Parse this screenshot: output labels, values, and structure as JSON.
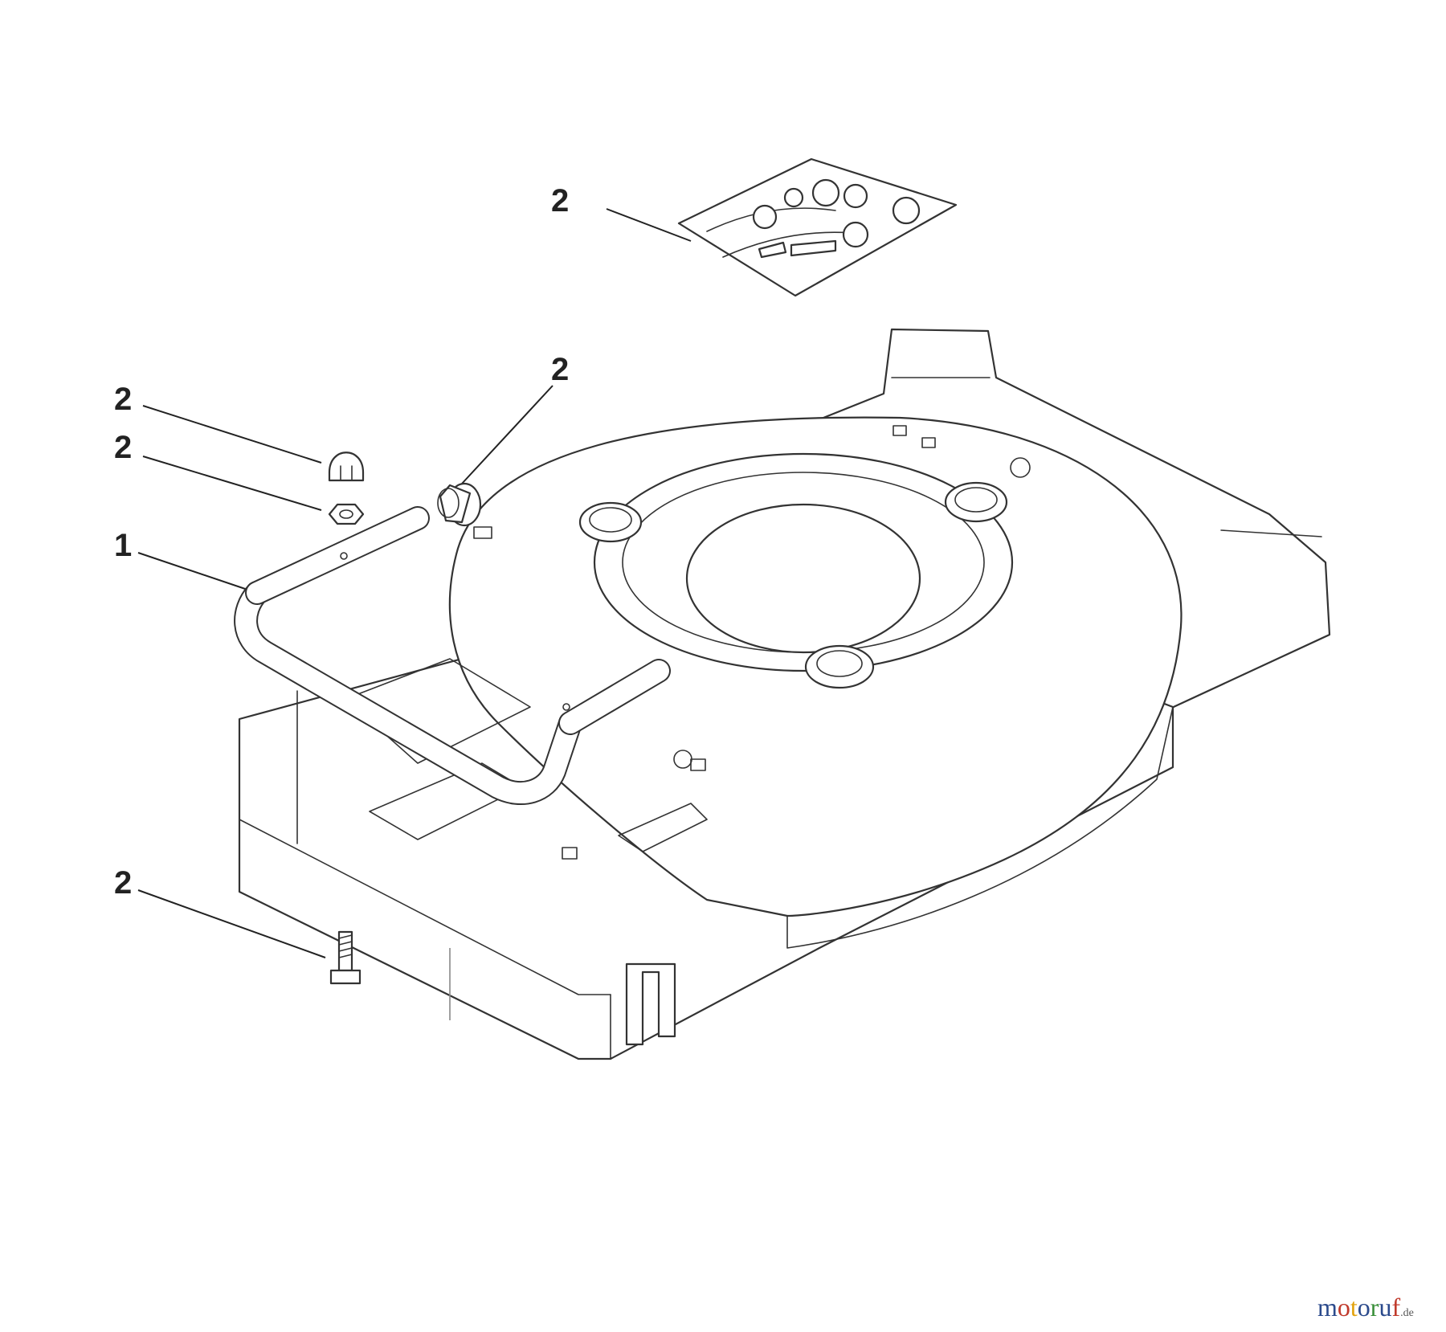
{
  "diagram": {
    "callouts": [
      {
        "id": "hardware-kit",
        "label": "2"
      },
      {
        "id": "plug",
        "label": "2"
      },
      {
        "id": "cap-nut",
        "label": "2"
      },
      {
        "id": "lock-nut",
        "label": "2"
      },
      {
        "id": "handle-bar",
        "label": "1"
      },
      {
        "id": "bolt",
        "label": "2"
      }
    ]
  },
  "watermark": {
    "letters": [
      {
        "ch": "m",
        "color": "#2b4a8c"
      },
      {
        "ch": "o",
        "color": "#c0392b"
      },
      {
        "ch": "t",
        "color": "#e2a20b"
      },
      {
        "ch": "o",
        "color": "#2b4a8c"
      },
      {
        "ch": "r",
        "color": "#3a8f3a"
      },
      {
        "ch": "u",
        "color": "#2b4a8c"
      },
      {
        "ch": "f",
        "color": "#c0392b"
      }
    ],
    "suffix": ".de"
  }
}
